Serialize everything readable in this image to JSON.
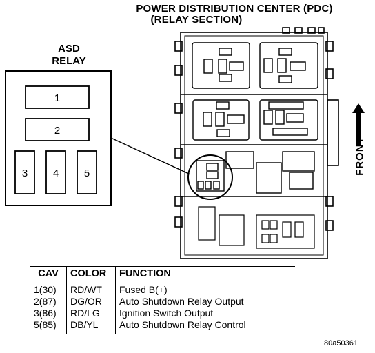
{
  "header": {
    "title_line1": "POWER DISTRIBUTION CENTER (PDC)",
    "title_line2": "(RELAY SECTION)"
  },
  "asd_relay": {
    "label_line1": "ASD",
    "label_line2": "RELAY",
    "terminals": [
      "1",
      "2",
      "3",
      "4",
      "5"
    ]
  },
  "front_label": "FRONT",
  "table": {
    "headers": [
      "CAV",
      "COLOR",
      "FUNCTION"
    ],
    "rows": [
      {
        "cav": "1(30)",
        "color": "RD/WT",
        "function": "Fused B(+)"
      },
      {
        "cav": "2(87)",
        "color": "DG/OR",
        "function": "Auto Shutdown Relay Output"
      },
      {
        "cav": "3(86)",
        "color": "RD/LG",
        "function": "Ignition Switch Output"
      },
      {
        "cav": "5(85)",
        "color": "DB/YL",
        "function": "Auto Shutdown Relay Control"
      }
    ]
  },
  "figure_id": "80a50361"
}
